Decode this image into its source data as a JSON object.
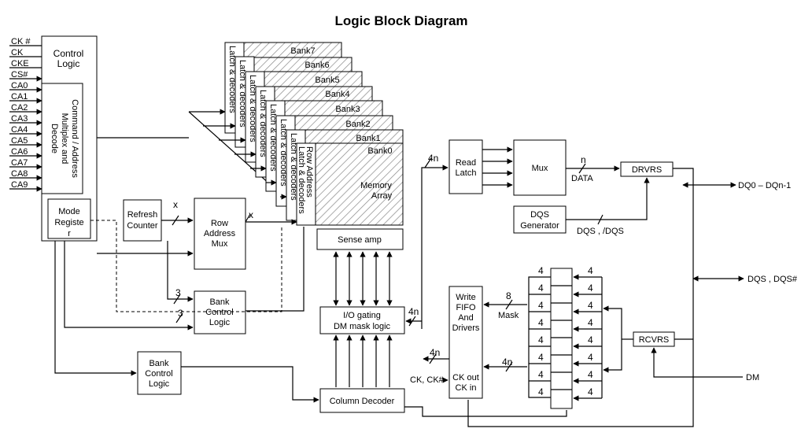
{
  "title": "Logic Block Diagram",
  "inputs": [
    "CK #",
    "CK",
    "CKE",
    "CS#",
    "CA0",
    "CA1",
    "CA2",
    "CA3",
    "CA4",
    "CA5",
    "CA6",
    "CA7",
    "CA8",
    "CA9"
  ],
  "blocks": {
    "control_logic": [
      "Control",
      "Logic"
    ],
    "command_decode": [
      "Command  / Address",
      "Multiplex and",
      "Decode"
    ],
    "mode_register": [
      "Mode",
      "Registe",
      "r"
    ],
    "refresh_counter": [
      "Refresh",
      "Counter"
    ],
    "row_address_mux": [
      "Row",
      "Address",
      "Mux"
    ],
    "bank_control_upper": [
      "Bank",
      "Control",
      "Logic"
    ],
    "bank_control_lower": [
      "Bank",
      "Control",
      "Logic"
    ],
    "memory_array": [
      "Memory",
      "Array"
    ],
    "sense_amp": "Sense amp",
    "io_gating": [
      "I/O gating",
      "DM mask logic"
    ],
    "column_decoder": "Column Decoder",
    "read_latch": [
      "Read",
      "Latch"
    ],
    "mux": "Mux",
    "drvrs": "DRVRS",
    "dqs_generator": [
      "DQS",
      "Generator"
    ],
    "write_fifo": [
      "Write",
      "FIFO",
      "And",
      "Drivers"
    ],
    "ck_out_in": [
      "CK out",
      "CK in"
    ],
    "rcvrs": "RCVRS",
    "latch_decoders": "Latch & decoders",
    "row_address_latch": [
      "Row Address",
      "Latch & decoders"
    ]
  },
  "banks": [
    "Bank7",
    "Bank6",
    "Bank5",
    "Bank4",
    "Bank3",
    "Bank2",
    "Bank1",
    "Bank0"
  ],
  "signals": {
    "dq": "DQ0 – DQn-1",
    "dqs": "DQS , DQS#",
    "dm": "DM",
    "data": "DATA",
    "dqs_pair": "DQS , /DQS",
    "ck_pair": "CK, CK#",
    "mask": "Mask"
  },
  "bus_widths": {
    "x_refresh": "x",
    "x_row": "x",
    "three_a": "3",
    "three_b": "3",
    "four_n_read": "4n",
    "n_data": "n",
    "four_n_io": "4n",
    "four_n_fifo": "4n",
    "four_n_write": "4n",
    "eight_mask": "8",
    "four": "4"
  }
}
